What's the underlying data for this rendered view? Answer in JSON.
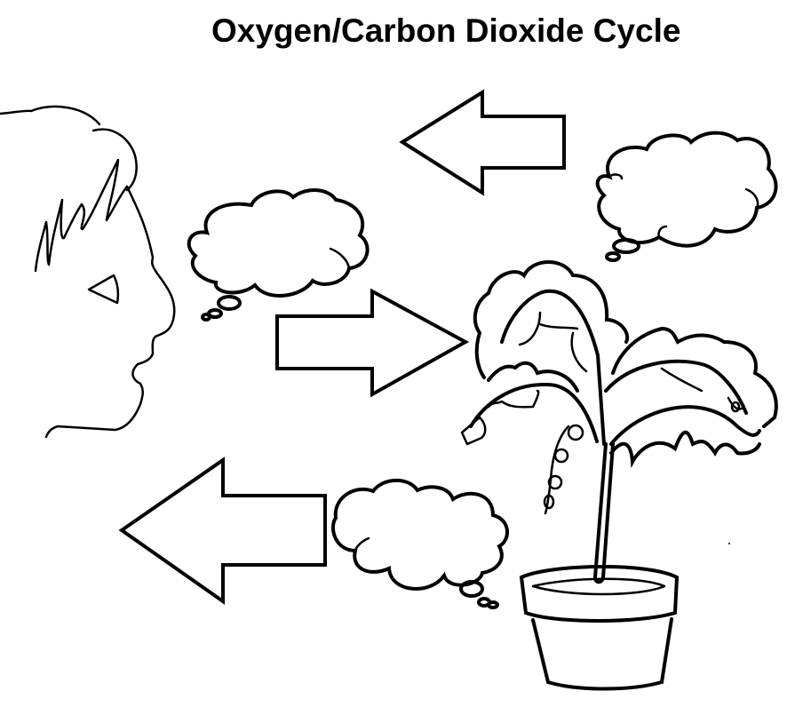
{
  "title": "Oxygen/Carbon Dioxide Cycle",
  "figures": {
    "person": {
      "label": "human-head-profile",
      "position": "left"
    },
    "plant": {
      "label": "potted-plant",
      "position": "right"
    }
  },
  "arrows": [
    {
      "id": "arrow-top",
      "direction": "left",
      "from": "plant",
      "to": "person"
    },
    {
      "id": "arrow-middle",
      "direction": "right",
      "from": "person",
      "to": "plant"
    },
    {
      "id": "arrow-bottom",
      "direction": "left",
      "from": "plant",
      "to": "person"
    }
  ],
  "thought_bubbles": [
    {
      "id": "bubble-top-right",
      "text": "",
      "near": "arrow-top"
    },
    {
      "id": "bubble-middle-left",
      "text": "",
      "near": "arrow-middle"
    },
    {
      "id": "bubble-bottom",
      "text": "",
      "near": "arrow-bottom"
    }
  ],
  "colors": {
    "stroke": "#000000",
    "background": "#ffffff"
  }
}
